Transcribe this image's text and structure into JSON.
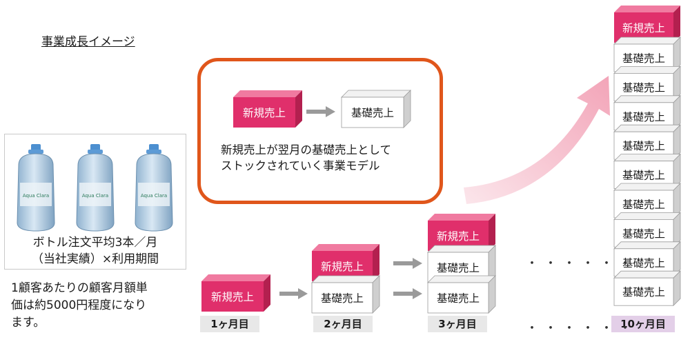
{
  "title": "事業成長イメージ",
  "bottle": {
    "brand": "Aqua Clara",
    "caption_line1": "ボトル注文平均3本／月",
    "caption_line2": "（当社実績）×利用期間"
  },
  "note": [
    "1顧客あたりの顧客月額単",
    "価は約5000円程度になり",
    "ます。"
  ],
  "callout": {
    "new_label": "新規売上",
    "base_label": "基礎売上",
    "text_line1": "新規売上が翌月の基礎売上として",
    "text_line2": "ストックされていく事業モデル"
  },
  "blocks": {
    "new": "新規売上",
    "base": "基礎売上"
  },
  "months": [
    "1ヶ月目",
    "2ヶ月目",
    "3ヶ月目",
    "10ヶ月目"
  ],
  "dots": "・・・・・・",
  "colors": {
    "new_fill": "#e02f6b",
    "base_fill": "#ffffff",
    "callout_border": "#e0561b",
    "arrow_pink": "#f3a6b8",
    "arrow_gray": "#9a9a9a"
  }
}
